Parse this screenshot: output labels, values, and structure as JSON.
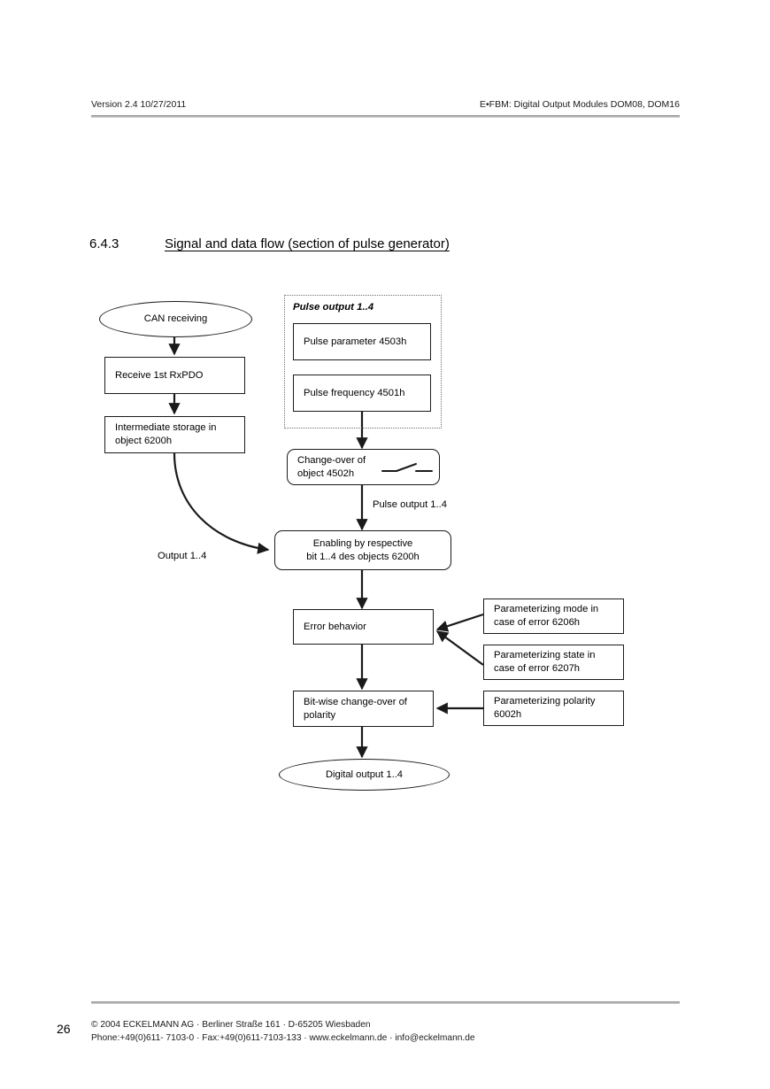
{
  "header": {
    "left": "Version 2.4  10/27/2011",
    "right": "E•FBM: Digital Output Modules DOM08, DOM16"
  },
  "section": {
    "number": "6.4.3",
    "title": "Signal and data flow (section of pulse generator)"
  },
  "diagram": {
    "nodes": {
      "can_receiving": "CAN receiving",
      "receive_rxpdo": "Receive 1st RxPDO",
      "intermediate_storage_line1": "Intermediate storage in",
      "intermediate_storage_line2": "object 6200h",
      "group_label": "Pulse output 1..4",
      "pulse_parameter": "Pulse parameter 4503h",
      "pulse_frequency": "Pulse frequency 4501h",
      "changeover_line1": "Change-over of",
      "changeover_line2": "object 4502h",
      "enabling_line1": "Enabling by respective",
      "enabling_line2": "bit 1..4 des objects 6200h",
      "error_behavior": "Error behavior",
      "bitwise_line1": "Bit-wise change-over of",
      "bitwise_line2": "polarity",
      "param_mode_line1": "Parameterizing mode in",
      "param_mode_line2": "case of error 6206h",
      "param_state_line1": "Parameterizing state in",
      "param_state_line2": "case of error 6207h",
      "param_polarity_line1": "Parameterizing polarity",
      "param_polarity_line2": "6002h",
      "digital_output": "Digital output 1..4"
    },
    "edge_labels": {
      "pulse_output": "Pulse output 1..4",
      "output": "Output 1..4"
    },
    "colors": {
      "stroke": "#1a1a1a",
      "group_stroke": "#6e6e6e",
      "fill": "#ffffff"
    }
  },
  "footer": {
    "page_number": "26",
    "line1": "©  2004 ECKELMANN AG · Berliner Straße 161 · D-65205 Wiesbaden",
    "line2": "Phone:+49(0)611- 7103-0 · Fax:+49(0)611-7103-133 · www.eckelmann.de · info@eckelmann.de"
  }
}
